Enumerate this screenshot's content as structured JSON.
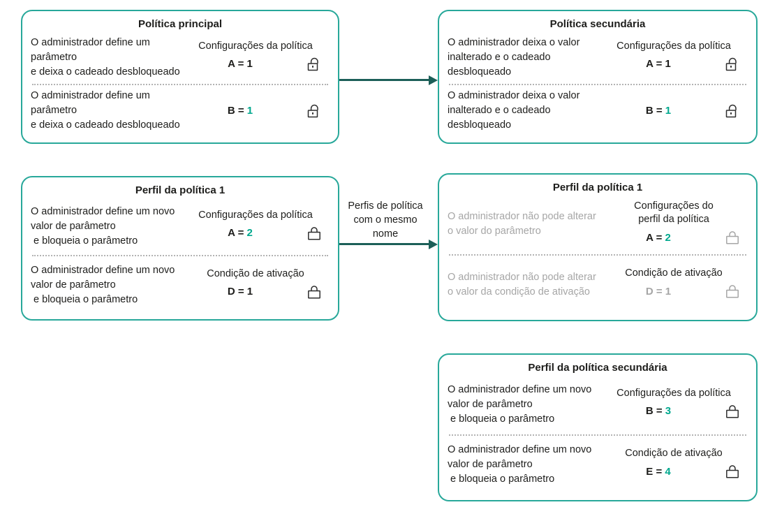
{
  "colors": {
    "teal": "#00A88E",
    "border": "#28A89A",
    "arrow": "#1C5F58",
    "text": "#1D1D1B",
    "gray": "#A6A6A6",
    "divider": "#B3B3B3",
    "lock": "#2E2E2E"
  },
  "diagram": {
    "boxes": [
      {
        "title": "Política principal",
        "rows": [
          {
            "header": "Configurações da política",
            "desc": "O administrador define um\nparâmetro\ne deixa o cadeado desbloqueado",
            "desc_color": "#1D1D1B",
            "label": "A = ",
            "label_color": "#1D1D1B",
            "number": "1",
            "number_color": "#1D1D1B",
            "lock_state": "unlocked",
            "lock_color": "#2E2E2E"
          },
          {
            "header": "",
            "desc": "O administrador define um\nparâmetro\ne deixa o cadeado desbloqueado",
            "desc_color": "#1D1D1B",
            "label": "B = ",
            "label_color": "#1D1D1B",
            "number": "1",
            "number_color": "#00A88E",
            "lock_state": "unlocked",
            "lock_color": "#2E2E2E"
          }
        ]
      },
      {
        "title": "Política secundária",
        "rows": [
          {
            "header": "Configurações da política",
            "desc": "O administrador deixa o valor\ninalterado e o cadeado\ndesbloqueado",
            "desc_color": "#1D1D1B",
            "label": "A = ",
            "label_color": "#1D1D1B",
            "number": "1",
            "number_color": "#1D1D1B",
            "lock_state": "unlocked",
            "lock_color": "#2E2E2E"
          },
          {
            "header": "",
            "desc": "O administrador deixa o valor\ninalterado e o cadeado\ndesbloqueado",
            "desc_color": "#1D1D1B",
            "label": "B = ",
            "label_color": "#1D1D1B",
            "number": "1",
            "number_color": "#00A88E",
            "lock_state": "unlocked",
            "lock_color": "#2E2E2E"
          }
        ]
      },
      {
        "title": "Perfil da política 1",
        "rows": [
          {
            "header": "Configurações da política",
            "desc": "O administrador define um novo\nvalor de parâmetro\n e bloqueia o parâmetro",
            "desc_color": "#1D1D1B",
            "label": "A = ",
            "label_color": "#1D1D1B",
            "number": "2",
            "number_color": "#00A88E",
            "lock_state": "locked",
            "lock_color": "#2E2E2E"
          },
          {
            "header": "Condição de ativação",
            "desc": "O administrador define um novo\nvalor de parâmetro\n e bloqueia o parâmetro",
            "desc_color": "#1D1D1B",
            "label": "D = ",
            "label_color": "#1D1D1B",
            "number": "1",
            "number_color": "#1D1D1B",
            "lock_state": "locked",
            "lock_color": "#2E2E2E"
          }
        ]
      },
      {
        "title": "Perfil da política 1",
        "rows": [
          {
            "header": "Configurações do\nperfil da política",
            "desc": "O administrador não pode alterar\no valor do parâmetro",
            "desc_color": "#A6A6A6",
            "label": "A = ",
            "label_color": "#1D1D1B",
            "number": "2",
            "number_color": "#00A88E",
            "lock_state": "locked",
            "lock_color": "#A6A6A6"
          },
          {
            "header": "Condição de ativação",
            "desc": "O administrador não pode alterar\no valor da condição de ativação",
            "desc_color": "#A6A6A6",
            "label": "D = ",
            "label_color": "#A6A6A6",
            "number": "1",
            "number_color": "#A6A6A6",
            "lock_state": "locked",
            "lock_color": "#A6A6A6"
          }
        ]
      },
      {
        "title": "Perfil da política secundária",
        "rows": [
          {
            "header": "Configurações da política",
            "desc": "O administrador define um novo\nvalor de parâmetro\n e bloqueia o parâmetro",
            "desc_color": "#1D1D1B",
            "label": "B = ",
            "label_color": "#1D1D1B",
            "number": "3",
            "number_color": "#00A88E",
            "lock_state": "locked",
            "lock_color": "#2E2E2E"
          },
          {
            "header": "Condição de ativação",
            "desc": "O administrador define um novo\nvalor de parâmetro\n e bloqueia o parâmetro",
            "desc_color": "#1D1D1B",
            "label": "E = ",
            "label_color": "#1D1D1B",
            "number": "4",
            "number_color": "#00A88E",
            "lock_state": "locked",
            "lock_color": "#2E2E2E"
          }
        ]
      }
    ],
    "arrows": {
      "top": {
        "label": ""
      },
      "middle": {
        "label": "Perfis de política\ncom o mesmo\nnome"
      }
    }
  }
}
